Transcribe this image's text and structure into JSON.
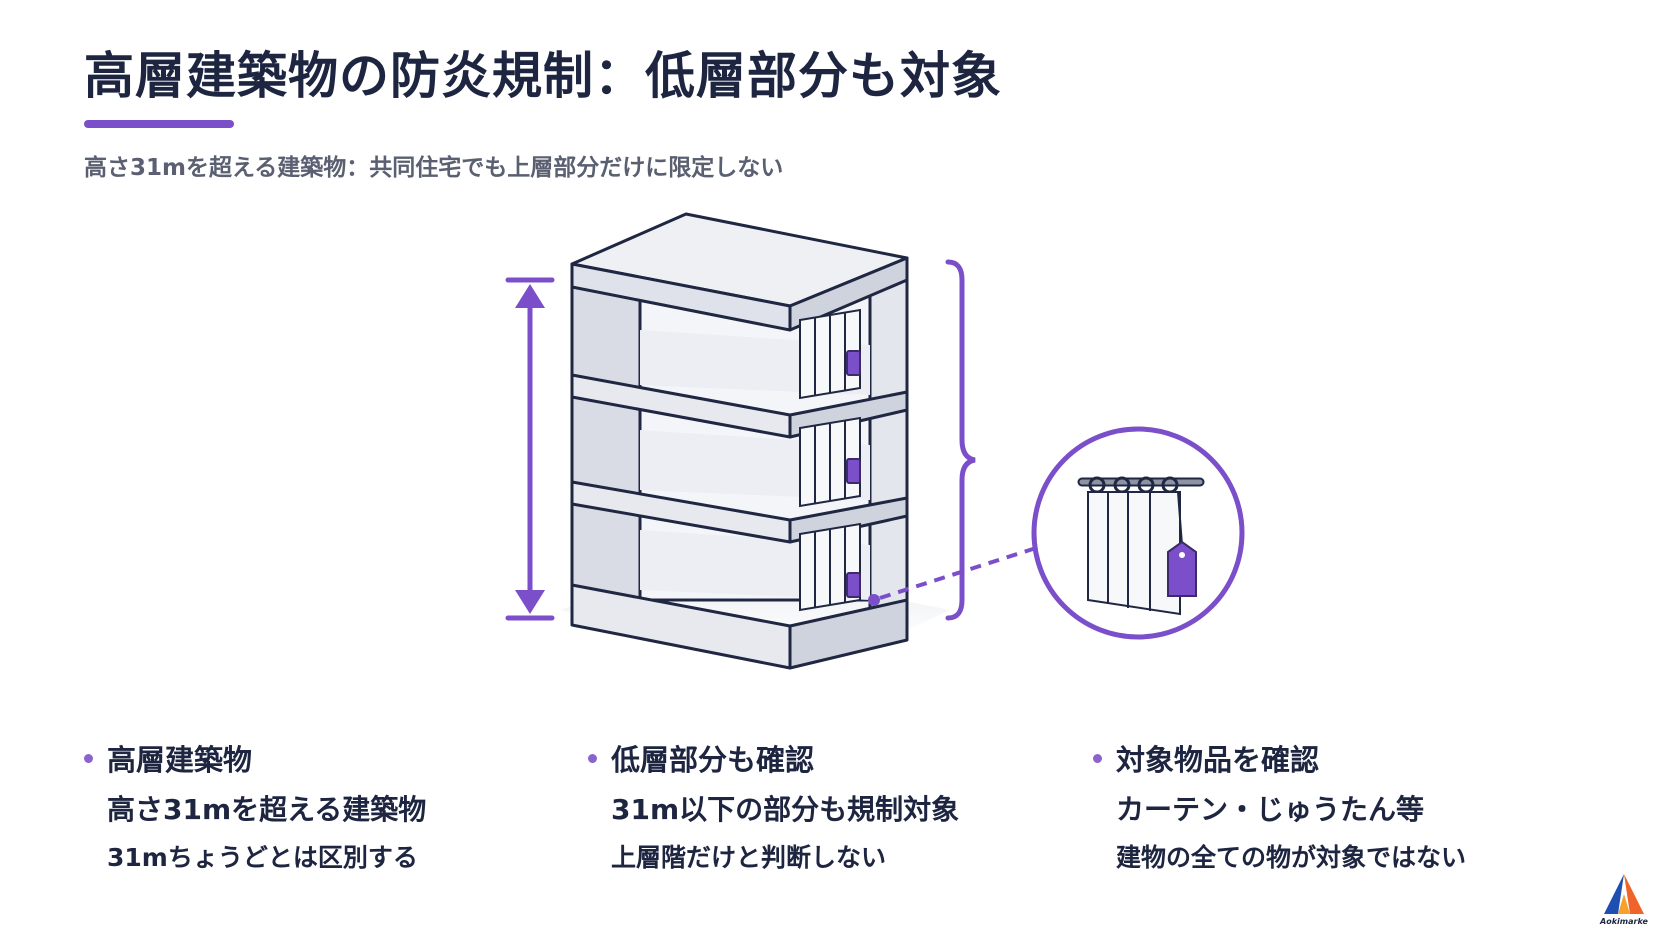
{
  "header": {
    "title": "高層建築物の防炎規制：低層部分も対象",
    "subtitle": "高さ31mを超える建築物：共同住宅でも上層部分だけに限定しない"
  },
  "columns": [
    {
      "title": "高層建築物",
      "line1": "高さ31mを超える建築物",
      "line2": "31mちょうどとは区別する"
    },
    {
      "title": "低層部分も確認",
      "line1": "31m以下の部分も規制対象",
      "line2": "上層階だけと判断しない"
    },
    {
      "title": "対象物品を確認",
      "line1": "カーテン・じゅうたん等",
      "line2": "建物の全ての物が対象ではない"
    }
  ],
  "logo": {
    "text": "Aokimarke"
  },
  "colors": {
    "accent": "#7a4fc9",
    "text": "#1d2540",
    "subtext": "#5a6072",
    "building_outline": "#1f2742",
    "building_fill": "#eceef3"
  },
  "icons": [
    "height-arrow-icon",
    "brace-icon",
    "curtain-zoom-icon",
    "logo-icon"
  ]
}
